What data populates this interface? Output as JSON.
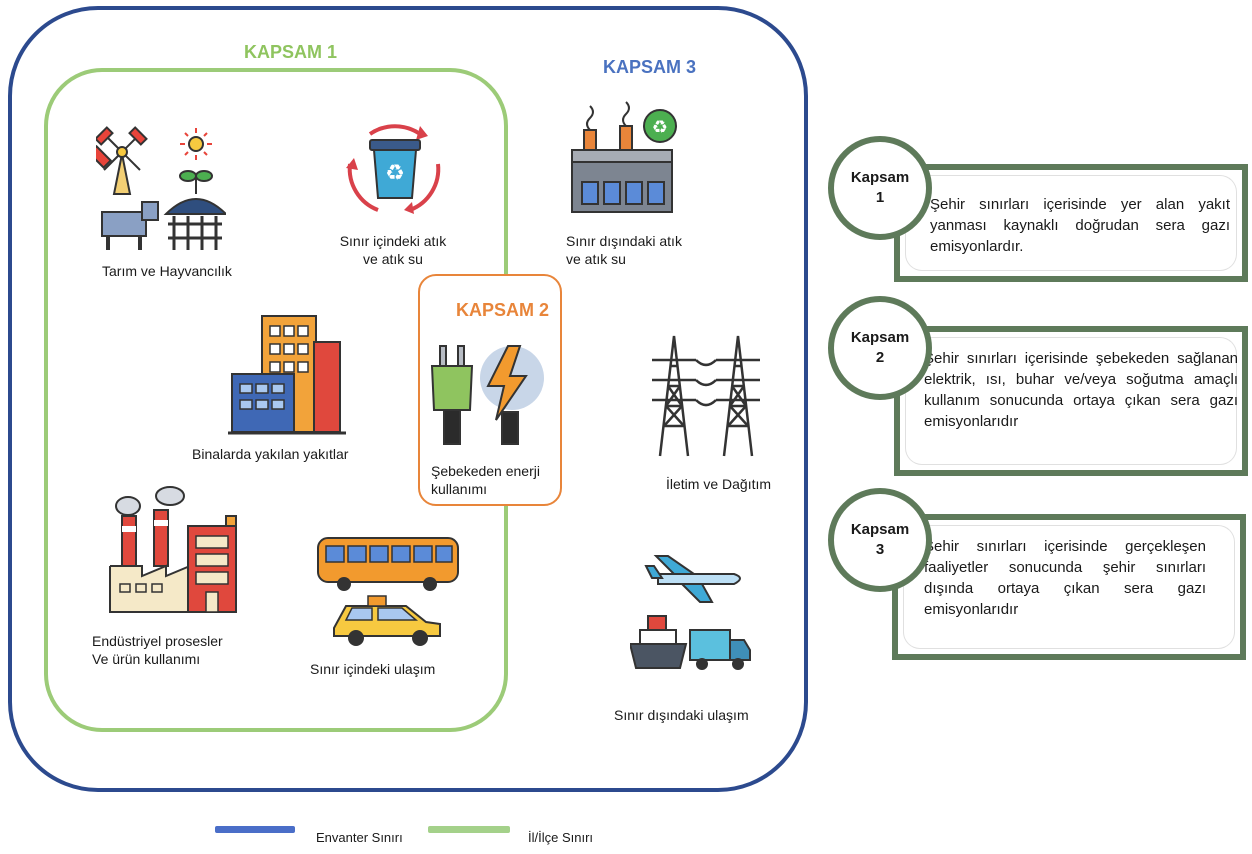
{
  "scopes": {
    "scope1_title": "KAPSAM 1",
    "scope2_title": "KAPSAM 2",
    "scope3_title": "KAPSAM 3"
  },
  "sources": {
    "agriculture": "Tarım ve Hayvancılık",
    "waste_inside": [
      "Sınır içindeki atık",
      "ve atık su"
    ],
    "waste_outside": [
      "Sınır dışındaki atık",
      "ve atık su"
    ],
    "buildings": "Binalarda yakılan yakıtlar",
    "grid_energy": [
      "Şebekeden enerji",
      "kullanımı"
    ],
    "transmission": "İletim ve Dağıtım",
    "industrial": [
      "Endüstriyel prosesler",
      "Ve ürün kullanımı"
    ],
    "transport_inside": "Sınır içindeki ulaşım",
    "transport_outside": "Sınır dışındaki ulaşım"
  },
  "descriptions": [
    {
      "badge": [
        "Kapsam",
        "1"
      ],
      "text": "Şehir sınırları içerisinde yer alan yakıt yanması kaynaklı doğrudan sera gazı emisyonlardır."
    },
    {
      "badge": [
        "Kapsam",
        "2"
      ],
      "text": "Şehir sınırları içerisinde şebekeden sağlanan elektrik, ısı, buhar ve/veya soğutma amaçlı kullanım sonucunda ortaya çıkan sera gazı emisyonlarıdır"
    },
    {
      "badge": [
        "Kapsam",
        "3"
      ],
      "text": "Şehir sınırları içerisinde gerçekleşen faaliyetler sonucunda şehir sınırları dışında ortaya çıkan sera gazı emisyonlarıdır"
    }
  ],
  "legend": {
    "inventory_label": "Envanter Sınırı",
    "city_label": "İl/İlçe Sınırı"
  },
  "colors": {
    "inventory_boundary": "#2c4a8e",
    "city_boundary": "#9ccb78",
    "scope1": "#8fc45f",
    "scope2": "#e8853a",
    "scope3": "#4a72c0",
    "card_frame": "#5e7a5a"
  }
}
